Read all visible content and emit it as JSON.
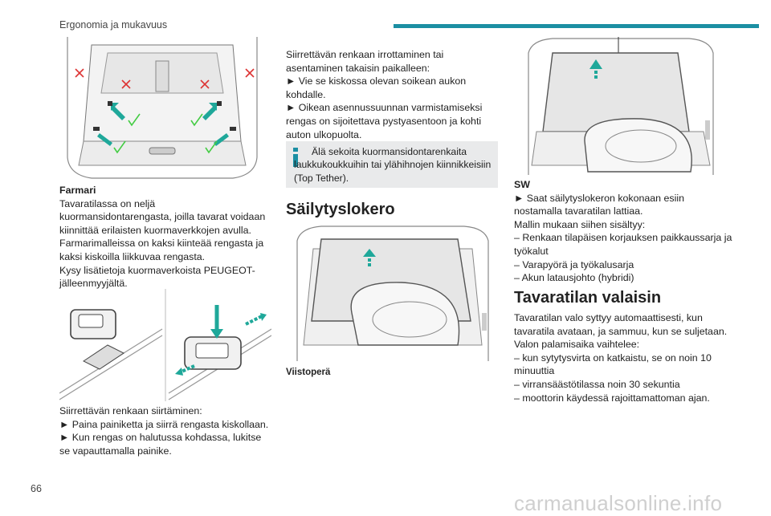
{
  "header": {
    "section_title": "Ergonomia ja mukavuus",
    "accent_color": "#1b8fa3"
  },
  "page_number": "66",
  "col1": {
    "subtitle": "Farmari",
    "p1": "Tavaratilassa on neljä kuormansidontarengasta, joilla tavarat voidaan kiinnittää erilaisten kuormaverkkojen avulla.",
    "p2": "Farmarimalleissa on kaksi kiinteää rengasta ja kaksi kiskoilla liikkuvaa rengasta.",
    "p3": "Kysy lisätietoja kuormaverkoista PEUGEOT-jälleenmyyjältä.",
    "p4": "Siirrettävän renkaan siirtäminen:",
    "step1": "► Paina painiketta ja siirrä rengasta kiskollaan.",
    "step2": "► Kun rengas on halutussa kohdassa, lukitse se vapauttamalla painike."
  },
  "col2": {
    "p1": "Siirrettävän renkaan irrottaminen tai asentaminen takaisin paikalleen:",
    "step1": "► Vie se kiskossa olevan soikean aukon kohdalle.",
    "step2": "► Oikean asennussuunnan varmistamiseksi rengas on sijoitettava pystyasentoon ja kohti auton ulkopuolta.",
    "note": "Älä sekoita kuormansidontarenkaita laukkukoukkuihin tai ylähihnojen kiinnikkeisiin (Top Tether).",
    "heading": "Säilytyslokero",
    "caption": "Viistoperä"
  },
  "col3": {
    "subtitle": "SW",
    "step1": "► Saat säilytyslokeron kokonaan esiin nostamalla tavaratilan lattiaa.",
    "p1": "Mallin mukaan siihen sisältyy:",
    "d1": "– Renkaan tilapäisen korjauksen paikkaussarja ja työkalut",
    "d2": "– Varapyörä ja työkalusarja",
    "d3": "– Akun latausjohto (hybridi)",
    "heading": "Tavaratilan valaisin",
    "p2": "Tavaratilan valo syttyy automaattisesti, kun tavaratila avataan, ja sammuu, kun se suljetaan.",
    "p3": "Valon palamisaika vaihtelee:",
    "d4": "– kun sytytysvirta on katkaistu, se on noin 10 minuuttia",
    "d5": "– virransäästötilassa noin 30 sekuntia",
    "d6": "– moottorin käydessä rajoittamattoman ajan."
  },
  "watermark": "carmanualsonline.info",
  "icons": [
    "cargo-rings-illustration",
    "sliding-ring-illustration",
    "info-icon",
    "hatchback-storage-illustration",
    "sw-storage-illustration"
  ]
}
